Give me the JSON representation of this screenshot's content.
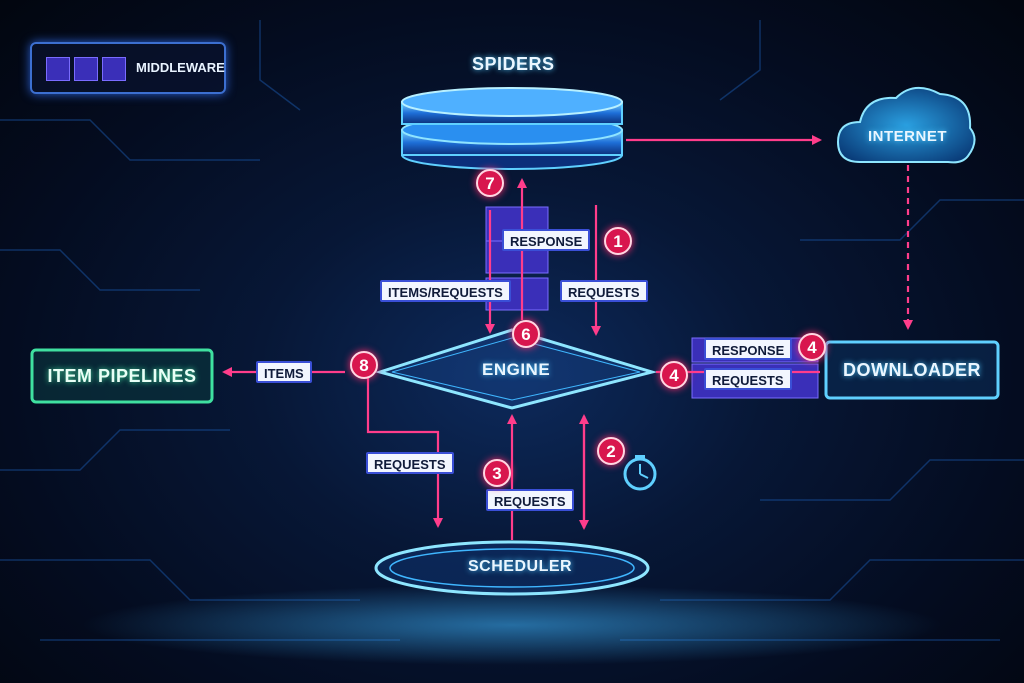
{
  "legend": {
    "label": "MIDDLEWARE"
  },
  "nodes": {
    "spiders": "SPIDERS",
    "internet": "INTERNET",
    "engine": "ENGINE",
    "item_pipelines": "ITEM PIPELINES",
    "downloader": "DOWNLOADER",
    "scheduler": "SCHEDULER"
  },
  "edge_labels": {
    "response_top": "RESPONSE",
    "requests_top": "REQUESTS",
    "items_requests": "ITEMS/REQUESTS",
    "items": "ITEMS",
    "response_right": "RESPONSE",
    "requests_right": "REQUESTS",
    "requests_left": "REQUESTS",
    "requests_bottom": "REQUESTS"
  },
  "steps": {
    "s1": "1",
    "s2": "2",
    "s3": "3",
    "s4a": "4",
    "s4b": "4",
    "s6": "6",
    "s7": "7",
    "s8": "8"
  },
  "colors": {
    "flow_arrow": "#ff3d8b",
    "node_glow": "#3fb6ff",
    "pipelines_glow": "#3fe0a0",
    "middleware": "#3a2fb8",
    "step_badge": "#d8164e"
  }
}
